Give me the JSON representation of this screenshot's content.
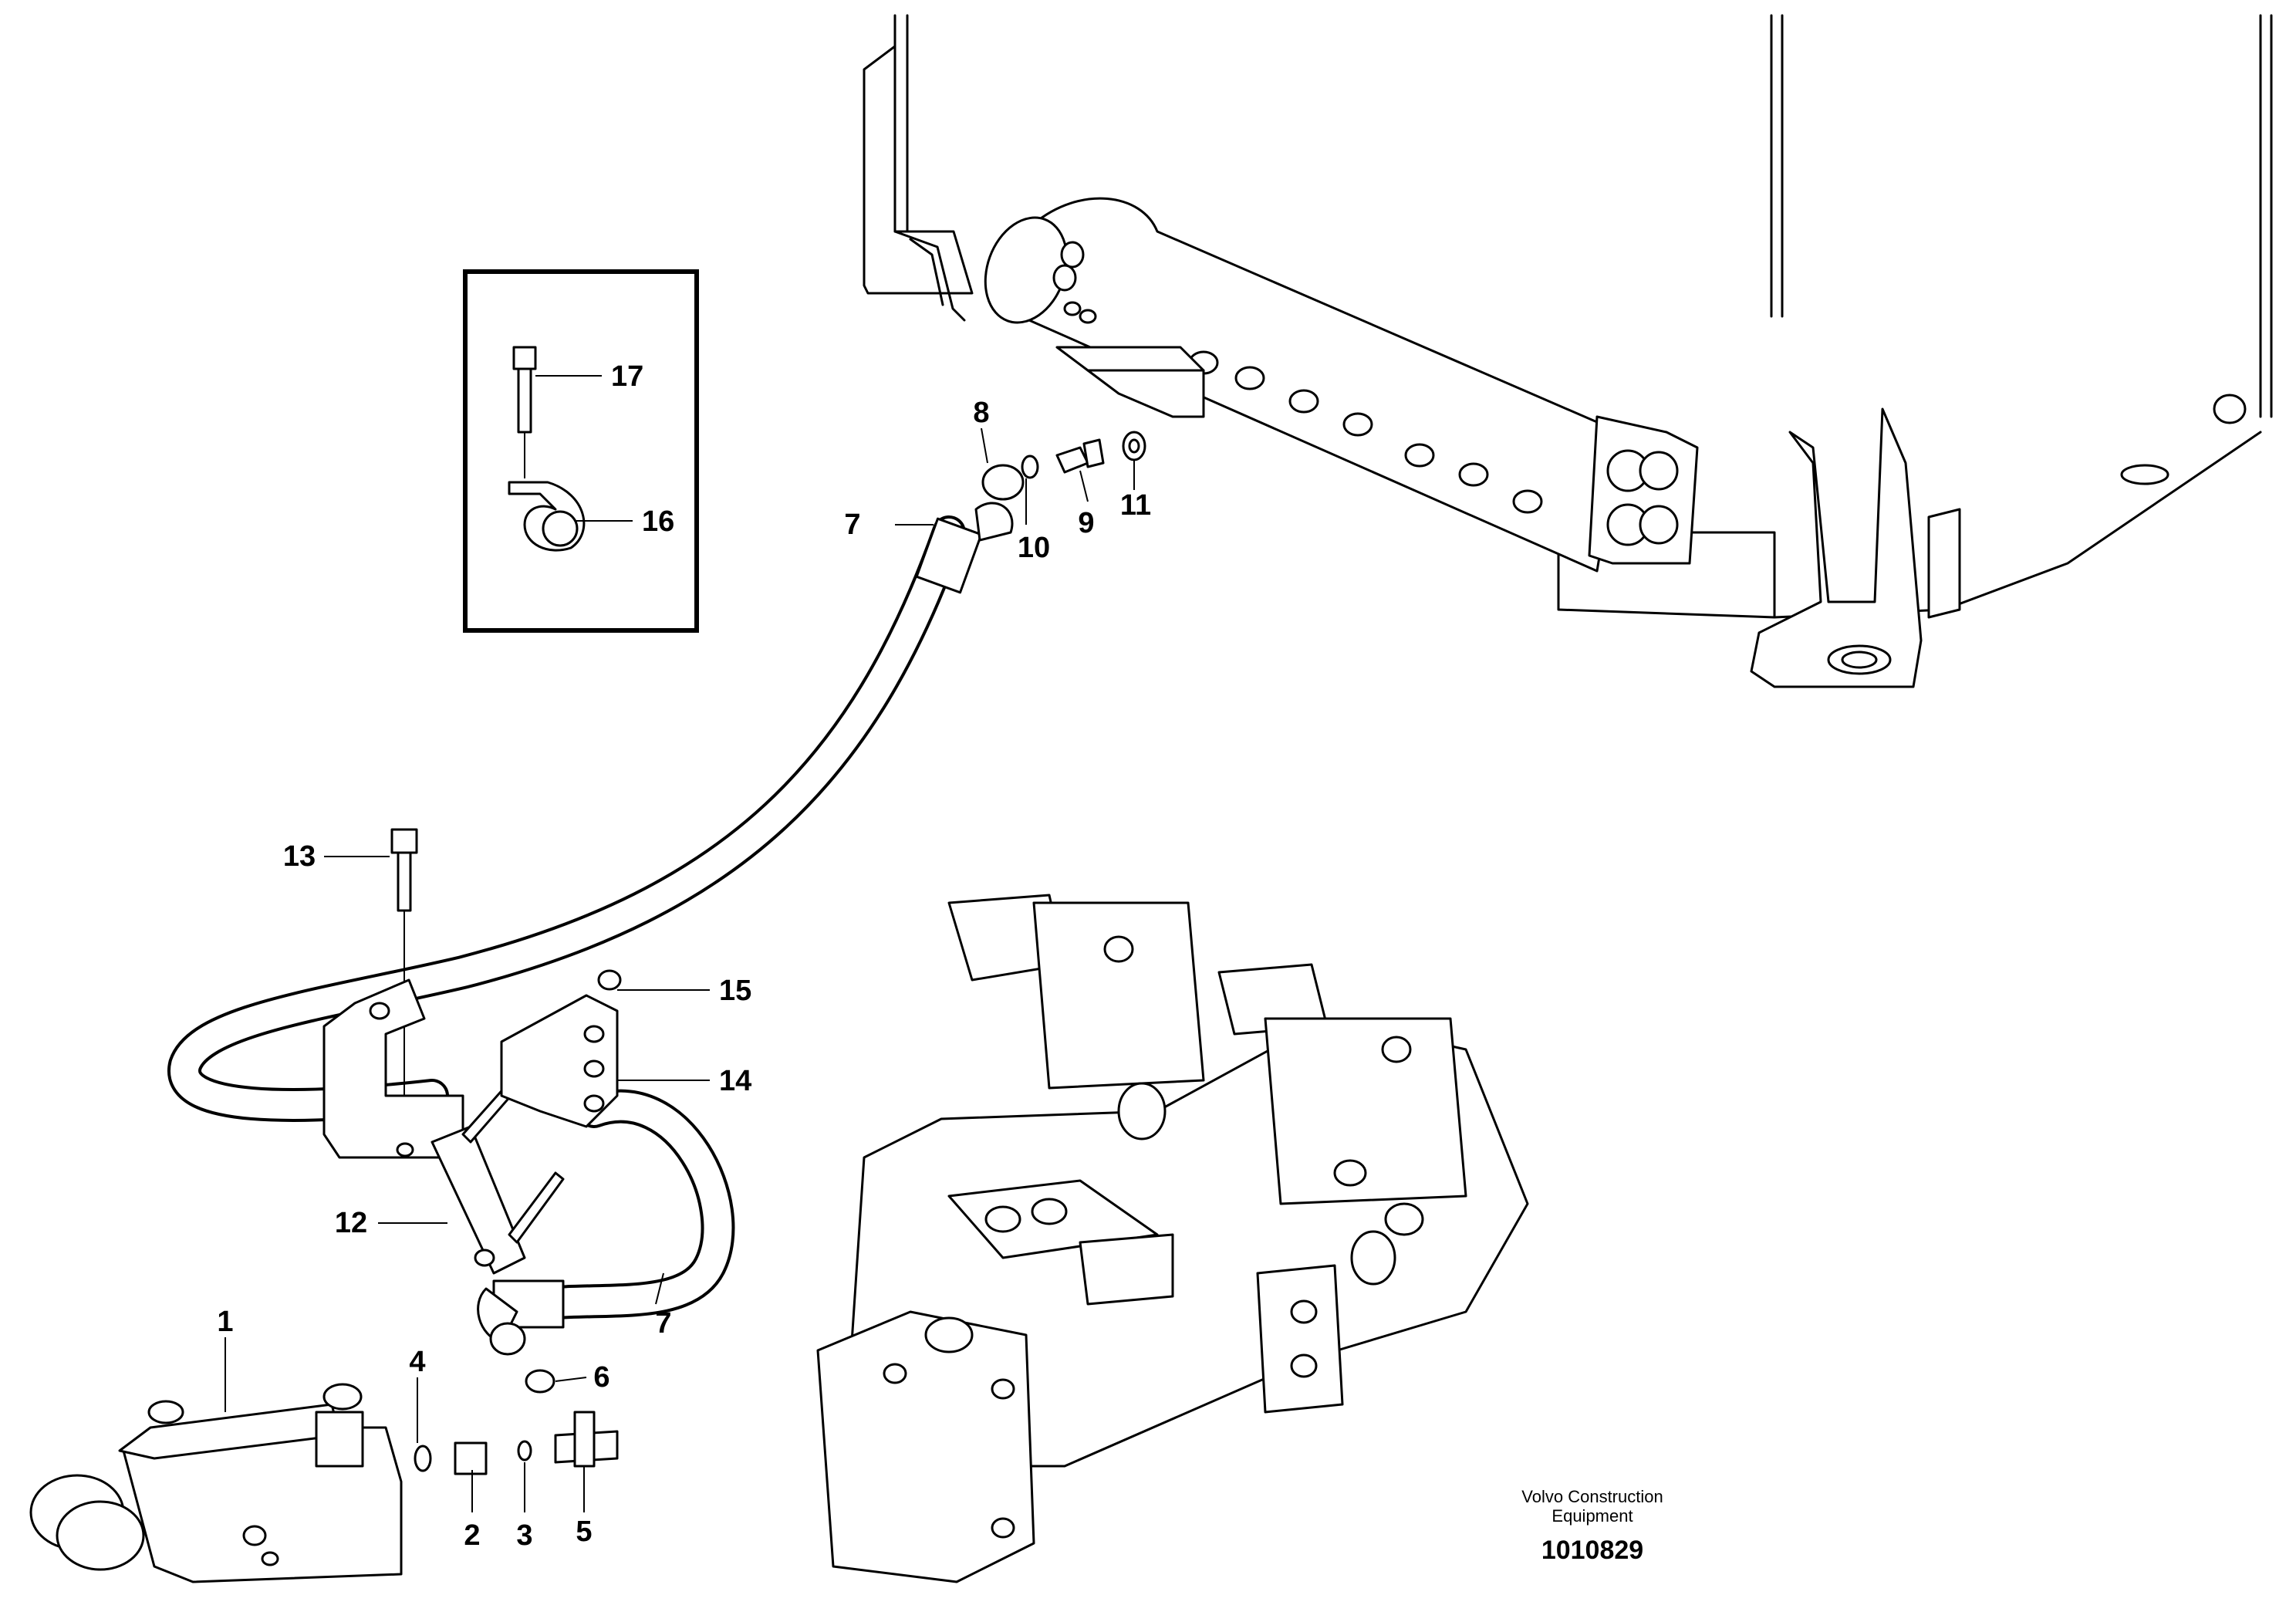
{
  "callouts": [
    {
      "id": "callout-1",
      "text": "1"
    },
    {
      "id": "callout-2",
      "text": "2"
    },
    {
      "id": "callout-3",
      "text": "3"
    },
    {
      "id": "callout-4",
      "text": "4"
    },
    {
      "id": "callout-5",
      "text": "5"
    },
    {
      "id": "callout-6",
      "text": "6"
    },
    {
      "id": "callout-7a",
      "text": "7"
    },
    {
      "id": "callout-7b",
      "text": "7"
    },
    {
      "id": "callout-8",
      "text": "8"
    },
    {
      "id": "callout-9",
      "text": "9"
    },
    {
      "id": "callout-10",
      "text": "10"
    },
    {
      "id": "callout-11",
      "text": "11"
    },
    {
      "id": "callout-12",
      "text": "12"
    },
    {
      "id": "callout-13",
      "text": "13"
    },
    {
      "id": "callout-14",
      "text": "14"
    },
    {
      "id": "callout-15",
      "text": "15"
    },
    {
      "id": "callout-16",
      "text": "16"
    },
    {
      "id": "callout-17",
      "text": "17"
    }
  ],
  "caption": {
    "line1": "Volvo Construction",
    "line2": "Equipment",
    "doc_number": "1010829"
  }
}
